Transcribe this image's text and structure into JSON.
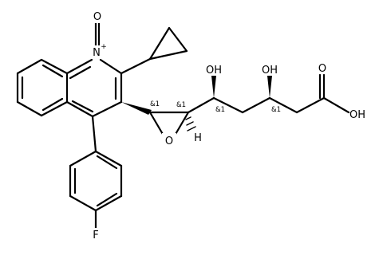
{
  "molecule": {
    "atoms": {
      "n_oxide_o": "O",
      "n_ring": "N",
      "plus": "+",
      "fluorine": "F",
      "epoxide_o": "O",
      "oh_5": "OH",
      "oh_3": "OH",
      "acid_oh": "OH",
      "acid_o": "O",
      "h_epoxide": "H"
    },
    "stereo_labels": {
      "c_left": "&1",
      "c_right": "&1",
      "c5": "&1",
      "c3": "&1"
    }
  }
}
